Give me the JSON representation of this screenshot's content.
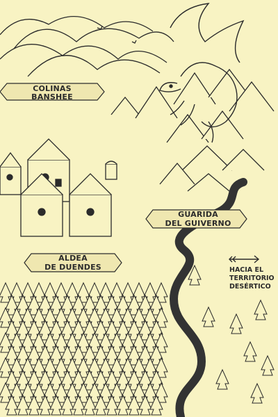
{
  "map": {
    "title": "",
    "colors": {
      "paper": "#f8f3c3",
      "ink": "#2b2b2b",
      "banner": "#efe7b0",
      "river": "#333333"
    },
    "labels": {
      "hills": [
        "COLINAS",
        "BANSHEE"
      ],
      "lair": [
        "GUARIDA",
        "DEL GUIVERNO"
      ],
      "village": [
        "ALDEA",
        "DE DUENDES"
      ],
      "direction": [
        "HACIA EL",
        "TERRITORIO",
        "DESÉRTICO"
      ]
    },
    "icons": [
      "dragon-icon",
      "arrow-right-icon",
      "well-icon",
      "house-icon",
      "pine-tree-icon",
      "mountain-icon",
      "hill-icon",
      "river"
    ]
  }
}
